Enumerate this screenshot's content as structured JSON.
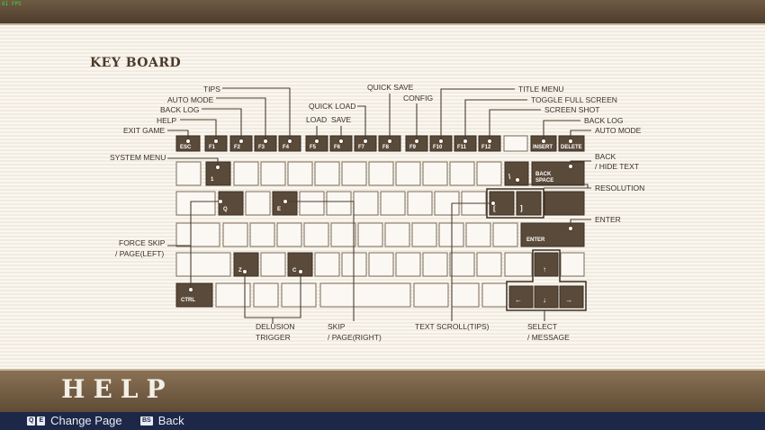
{
  "debug": {
    "fps": "61 FPS"
  },
  "title": "KEY BOARD",
  "page_title": "HELP",
  "nav": {
    "change_keys": [
      "Q",
      "E"
    ],
    "change_label": "Change Page",
    "back_key": "BS",
    "back_label": "Back"
  },
  "keys": {
    "esc": "ESC",
    "f1": "F1",
    "f2": "F2",
    "f3": "F3",
    "f4": "F4",
    "f5": "F5",
    "f6": "F6",
    "f7": "F7",
    "f8": "F8",
    "f9": "F9",
    "f10": "F10",
    "f11": "F11",
    "f12": "F12",
    "insert": "INSERT",
    "delete": "DELETE",
    "one": "1",
    "backslash": "\\",
    "backspace_1": "BACK",
    "backspace_2": "SPACE",
    "q": "Q",
    "e": "E",
    "lbracket": "[",
    "rbracket": "]",
    "enter": "ENTER",
    "z": "Z",
    "c": "C",
    "ctrl": "CTRL",
    "up": "↑",
    "left": "←",
    "down": "↓",
    "right": "→"
  },
  "labels": {
    "tips": "TIPS",
    "auto_mode_left": "AUTO MODE",
    "back_log_left": "BACK LOG",
    "help": "HELP",
    "exit_game": "EXIT GAME",
    "quick_load": "QUICK LOAD",
    "load": "LOAD",
    "save": "SAVE",
    "quick_save": "QUICK SAVE",
    "config": "CONFIG",
    "title_menu": "TITLE MENU",
    "toggle_full_screen": "TOGGLE FULL SCREEN",
    "screen_shot": "SCREEN SHOT",
    "back_log_right": "BACK LOG",
    "auto_mode_right": "AUTO MODE",
    "system_menu": "SYSTEM MENU",
    "back_hide_1": "BACK",
    "back_hide_2": "/ HIDE TEXT",
    "resolution": "RESOLUTION",
    "enter": "ENTER",
    "force_skip_1": "FORCE SKIP",
    "force_skip_2": "/ PAGE(LEFT)",
    "delusion_1": "DELUSION",
    "delusion_2": "TRIGGER",
    "skip_1": "SKIP",
    "skip_2": "/ PAGE(RIGHT)",
    "text_scroll": "TEXT SCROLL(TIPS)",
    "select_1": "SELECT",
    "select_2": "/ MESSAGE"
  }
}
